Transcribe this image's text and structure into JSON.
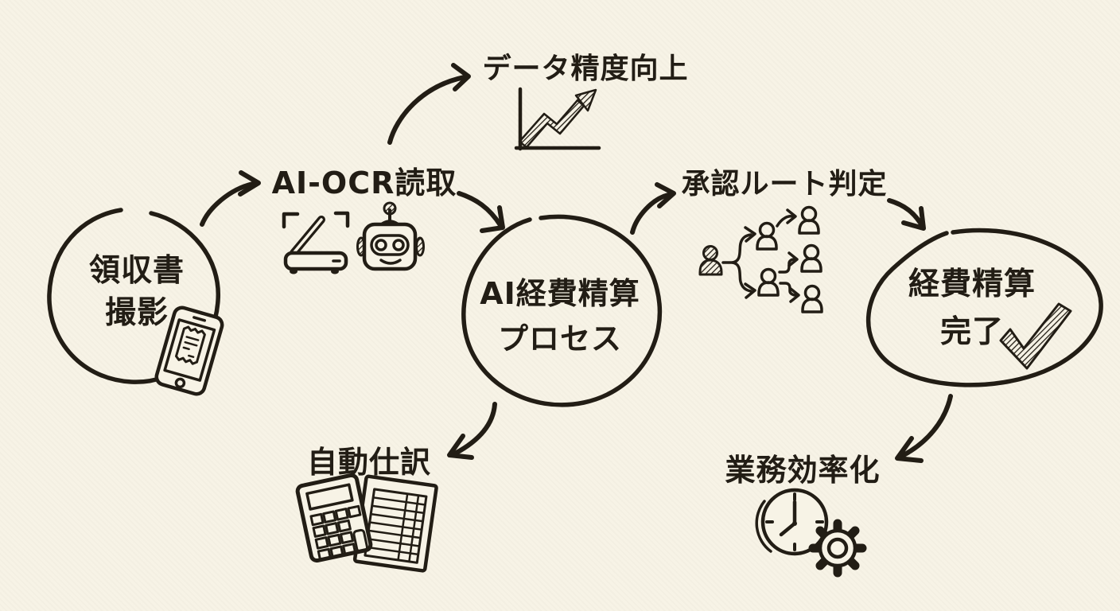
{
  "style": {
    "background_color": "#f7f3e6",
    "ink_color": "#221d15"
  },
  "diagram_type": "hand-drawn flowchart",
  "nodes": {
    "receipt": {
      "line1": "領収書",
      "line2": "撮影",
      "shape": "circle",
      "icon": "smartphone-receipt-icon"
    },
    "ocr": {
      "label": "AI-OCR読取",
      "shape": "text",
      "icons": [
        "scanner-icon",
        "robot-icon"
      ]
    },
    "data_accuracy": {
      "label": "データ精度向上",
      "shape": "text",
      "icon": "rising-chart-icon"
    },
    "process": {
      "line1": "AI経費精算",
      "line2": "プロセス",
      "shape": "circle"
    },
    "approval": {
      "label": "承認ルート判定",
      "shape": "text",
      "icon": "approval-route-icon"
    },
    "complete": {
      "line1": "経費精算",
      "line2": "完了",
      "shape": "ellipse",
      "icon": "checkmark-icon"
    },
    "journal": {
      "label": "自動仕訳",
      "shape": "text",
      "icons": [
        "calculator-icon",
        "ledger-icon"
      ]
    },
    "efficiency": {
      "label": "業務効率化",
      "shape": "text",
      "icons": [
        "clock-icon",
        "gear-icon"
      ]
    }
  },
  "edges": [
    {
      "from": "receipt",
      "to": "ocr"
    },
    {
      "from": "ocr",
      "to": "data_accuracy"
    },
    {
      "from": "ocr",
      "to": "process"
    },
    {
      "from": "process",
      "to": "approval"
    },
    {
      "from": "approval",
      "to": "complete"
    },
    {
      "from": "process",
      "to": "journal"
    },
    {
      "from": "complete",
      "to": "efficiency"
    }
  ]
}
